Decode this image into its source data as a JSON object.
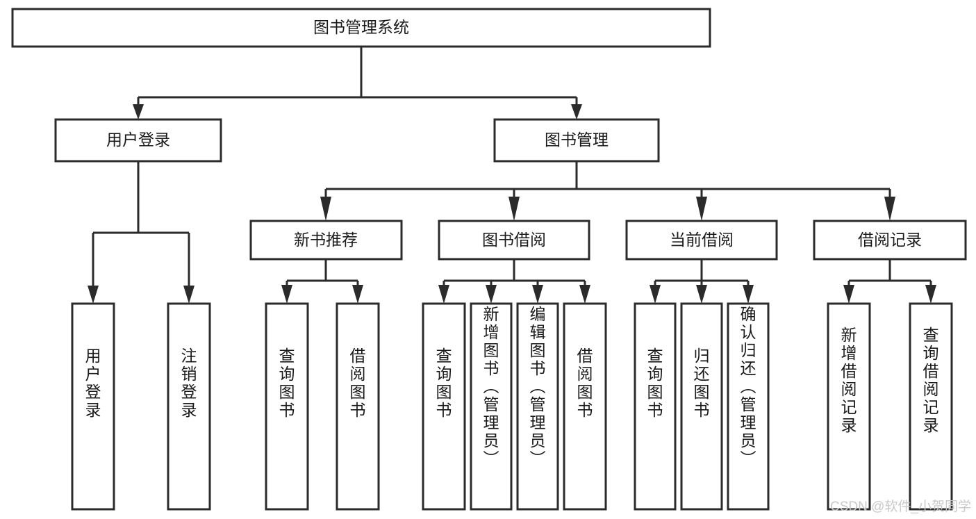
{
  "diagram": {
    "type": "tree",
    "orientation": "top-down",
    "title": "图书管理系统",
    "colors": {
      "box_stroke": "#2b2b2b",
      "box_fill": "#ffffff",
      "connector": "#2b2b2b",
      "label_text": "#1a1a1a",
      "watermark": "#c9c9c9",
      "canvas": "#ffffff"
    },
    "levels": {
      "level1": [
        "图书管理系统"
      ],
      "level2": [
        "用户登录",
        "图书管理"
      ],
      "level3": [
        "新书推荐",
        "图书借阅",
        "当前借阅",
        "借阅记录"
      ],
      "level4": [
        "用户登录",
        "注销登录",
        "查询图书",
        "借阅图书",
        "查询图书",
        "新增图书（管理员）",
        "编辑图书（管理员）",
        "借阅图书",
        "查询图书",
        "归还图书",
        "确认归还（管理员）",
        "新增借阅记录",
        "查询借阅记录"
      ]
    },
    "nodes": {
      "root": {
        "label": "图书管理系统"
      },
      "user_login": {
        "label": "用户登录"
      },
      "book_manage": {
        "label": "图书管理"
      },
      "new_book_rec": {
        "label": "新书推荐"
      },
      "book_borrow": {
        "label": "图书借阅"
      },
      "current_borrow": {
        "label": "当前借阅"
      },
      "borrow_record": {
        "label": "借阅记录"
      },
      "leaf_user_login": {
        "label": "用户登录"
      },
      "leaf_logout": {
        "label": "注销登录"
      },
      "leaf_query_book_1": {
        "label": "查询图书"
      },
      "leaf_borrow_book_1": {
        "label": "借阅图书"
      },
      "leaf_query_book_2": {
        "label": "查询图书"
      },
      "leaf_add_book": {
        "label": "新增图书（管理员）"
      },
      "leaf_edit_book": {
        "label": "编辑图书（管理员）"
      },
      "leaf_borrow_book_2": {
        "label": "借阅图书"
      },
      "leaf_query_book_3": {
        "label": "查询图书"
      },
      "leaf_return_book": {
        "label": "归还图书"
      },
      "leaf_confirm_return": {
        "label": "确认归还（管理员）"
      },
      "leaf_add_record": {
        "label": "新增借阅记录"
      },
      "leaf_query_record": {
        "label": "查询借阅记录"
      }
    },
    "edges": [
      {
        "from": "root",
        "to": "user_login"
      },
      {
        "from": "root",
        "to": "book_manage"
      },
      {
        "from": "user_login",
        "to": "leaf_user_login"
      },
      {
        "from": "user_login",
        "to": "leaf_logout"
      },
      {
        "from": "book_manage",
        "to": "new_book_rec"
      },
      {
        "from": "book_manage",
        "to": "book_borrow"
      },
      {
        "from": "book_manage",
        "to": "current_borrow"
      },
      {
        "from": "book_manage",
        "to": "borrow_record"
      },
      {
        "from": "new_book_rec",
        "to": "leaf_query_book_1"
      },
      {
        "from": "new_book_rec",
        "to": "leaf_borrow_book_1"
      },
      {
        "from": "book_borrow",
        "to": "leaf_query_book_2"
      },
      {
        "from": "book_borrow",
        "to": "leaf_add_book"
      },
      {
        "from": "book_borrow",
        "to": "leaf_edit_book"
      },
      {
        "from": "book_borrow",
        "to": "leaf_borrow_book_2"
      },
      {
        "from": "current_borrow",
        "to": "leaf_query_book_3"
      },
      {
        "from": "current_borrow",
        "to": "leaf_return_book"
      },
      {
        "from": "current_borrow",
        "to": "leaf_confirm_return"
      },
      {
        "from": "borrow_record",
        "to": "leaf_add_record"
      },
      {
        "from": "borrow_record",
        "to": "leaf_query_record"
      }
    ]
  },
  "watermark": {
    "text": "CSDN @软件_小贺同学"
  }
}
